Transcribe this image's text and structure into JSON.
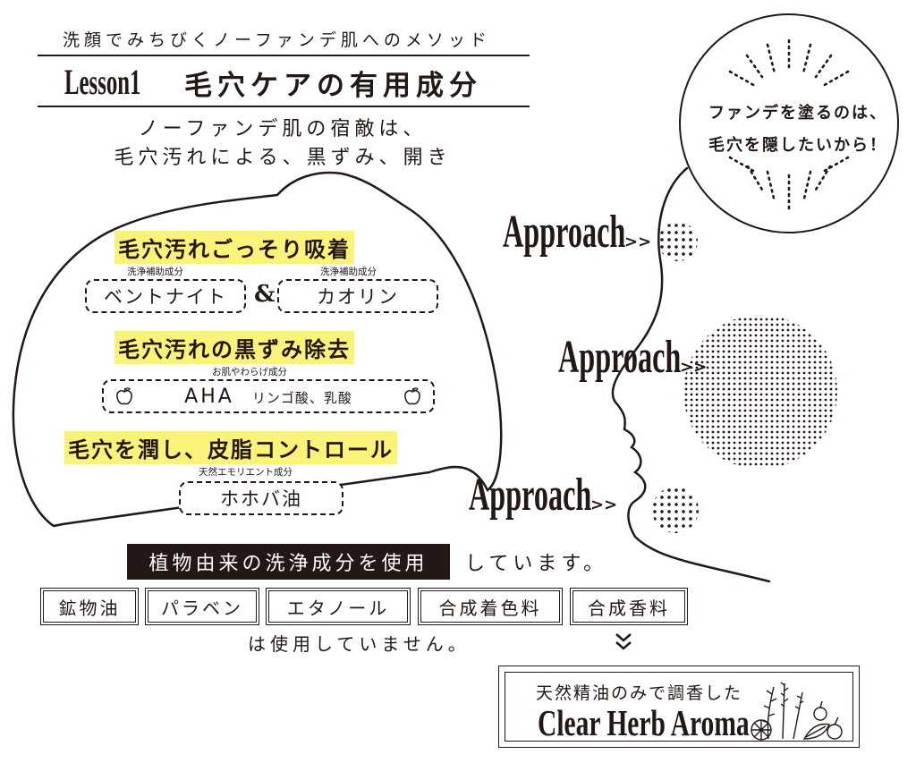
{
  "header": {
    "subtitle": "洗顔でみちびくノーファンデ肌へのメソッド",
    "lesson_label": "Lesson1",
    "lesson_title": "毛穴ケアの有用成分",
    "lead_line1": "ノーファンデ肌の宿敵は、",
    "lead_line2": "毛穴汚れによる、黒ずみ、開き"
  },
  "sections": [
    {
      "heading": "毛穴汚れごっそり吸着",
      "ingredients": [
        {
          "note": "洗浄補助成分",
          "name": "ベントナイト"
        },
        {
          "note": "洗浄補助成分",
          "name": "カオリン"
        }
      ],
      "joiner": "&"
    },
    {
      "heading": "毛穴汚れの黒ずみ除去",
      "note": "お肌やわらげ成分",
      "name": "AHA",
      "detail": "リンゴ酸、乳酸"
    },
    {
      "heading": "毛穴を潤し、皮脂コントロール",
      "note": "天然エモリエント成分",
      "name": "ホホバ油"
    }
  ],
  "plant_statement": {
    "highlight": "植物由来の洗浄成分を使用",
    "tail": "しています。"
  },
  "excluded": [
    "鉱物油",
    "パラベン",
    "エタノール",
    "合成着色料",
    "合成香料"
  ],
  "excluded_suffix": "は使用していません。",
  "herb": {
    "sub": "天然精油のみで調香した",
    "main": "Clear Herb Aroma"
  },
  "approach": {
    "label": "Approach",
    "arrow": ">>"
  },
  "bubble": {
    "line1": "ファンデを塗るのは、",
    "line2": "毛穴を隠したいから！"
  },
  "colors": {
    "ink": "#231815",
    "highlight": "#fbf27a"
  }
}
